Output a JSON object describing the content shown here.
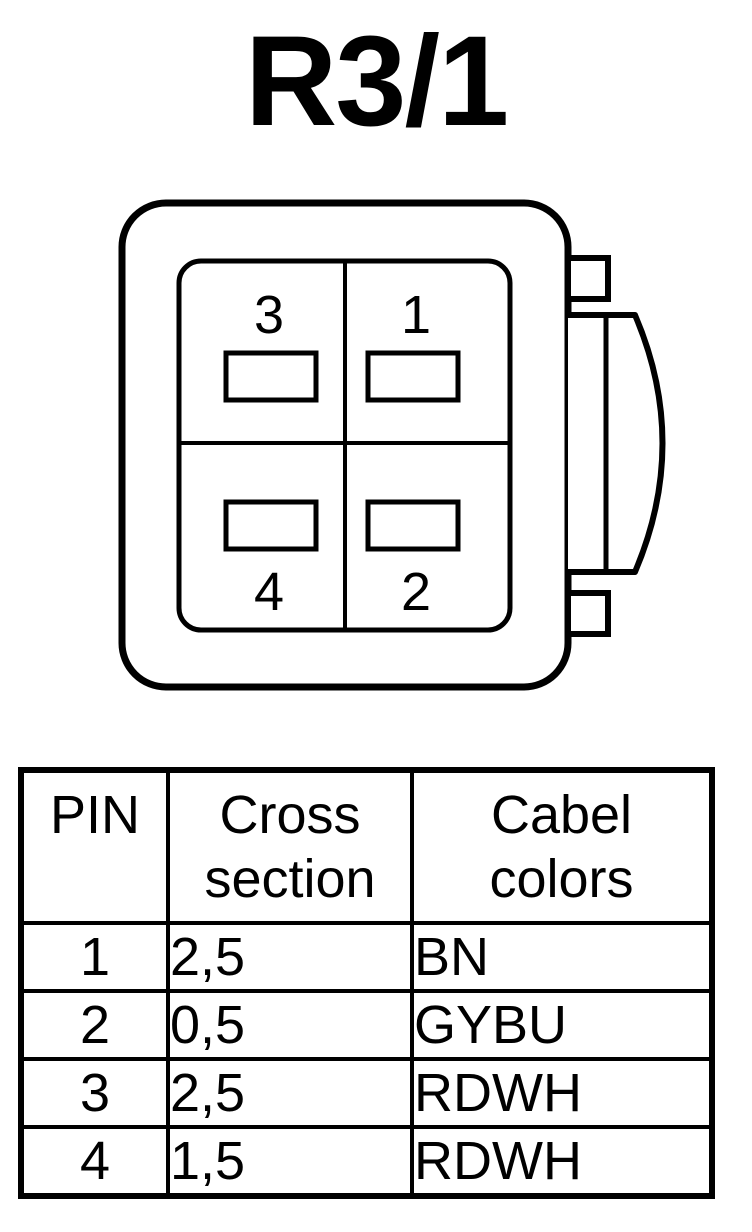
{
  "title": "R3/1",
  "connector": {
    "pin_labels": {
      "top_left": "3",
      "top_right": "1",
      "bottom_left": "4",
      "bottom_right": "2"
    }
  },
  "table": {
    "headers": {
      "pin": "PIN",
      "cross_section_line1": "Cross",
      "cross_section_line2": "section",
      "cable_colors_line1": "Cabel",
      "cable_colors_line2": "colors"
    },
    "rows": [
      {
        "pin": "1",
        "cross_section": "2,5",
        "color": "BN"
      },
      {
        "pin": "2",
        "cross_section": "0,5",
        "color": "GYBU"
      },
      {
        "pin": "3",
        "cross_section": "2,5",
        "color": "RDWH"
      },
      {
        "pin": "4",
        "cross_section": "1,5",
        "color": "RDWH"
      }
    ]
  }
}
